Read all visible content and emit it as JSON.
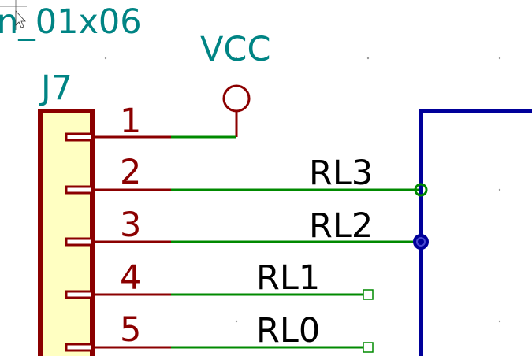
{
  "app": {
    "title": "KiCad Schematic Editor"
  },
  "schematic": {
    "symbol_value": "n_01x06",
    "reference": "J7",
    "power_label": "VCC",
    "pins": [
      {
        "number": "1",
        "net": ""
      },
      {
        "number": "2",
        "net": "RL3"
      },
      {
        "number": "3",
        "net": "RL2"
      },
      {
        "number": "4",
        "net": "RL1"
      },
      {
        "number": "5",
        "net": "RL0"
      }
    ]
  },
  "colors": {
    "component_body": "#8b0000",
    "component_fill": "#ffffc2",
    "wire": "#008a00",
    "bus": "#00009a",
    "label_text": "#000000",
    "field_text": "#008484",
    "background": "#ffffff",
    "grid_dot": "#9a9a9a"
  }
}
